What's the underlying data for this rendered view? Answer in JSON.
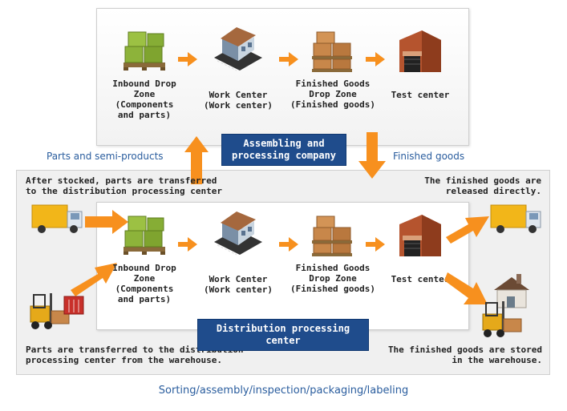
{
  "top_flow": {
    "nodes": [
      {
        "label": "Inbound Drop\nZone\n(Components\nand parts)",
        "icon": "pallet-boxes-icon"
      },
      {
        "label": "Work Center\n(Work center)",
        "icon": "factory-building-icon"
      },
      {
        "label": "Finished Goods\nDrop Zone\n(Finished goods)",
        "icon": "cardboard-boxes-icon"
      },
      {
        "label": "Test center",
        "icon": "warehouse-building-icon"
      }
    ],
    "badge": "Assembling and\nprocessing company"
  },
  "bottom_flow": {
    "nodes": [
      {
        "label": "Inbound Drop\nZone\n(Components\nand parts)",
        "icon": "pallet-boxes-icon"
      },
      {
        "label": "Work Center\n(Work center)",
        "icon": "factory-building-icon"
      },
      {
        "label": "Finished Goods\nDrop Zone\n(Finished goods)",
        "icon": "cardboard-boxes-icon"
      },
      {
        "label": "Test center",
        "icon": "warehouse-building-icon"
      }
    ],
    "badge": "Distribution processing center"
  },
  "labels": {
    "parts_and_semi": "Parts and semi-products",
    "finished_goods": "Finished goods"
  },
  "notes": {
    "after_stocked": "After stocked, parts are transferred\nto the distribution processing center",
    "released_directly": "The finished goods are\nreleased directly.",
    "from_warehouse": "Parts are transferred to the distribution\nprocessing center from the warehouse.",
    "stored_in_warehouse": "The finished goods are stored\nin the warehouse."
  },
  "caption": "Sorting/assembly/inspection/packaging/labeling",
  "colors": {
    "arrow_orange": "#f7901e",
    "badge_blue": "#1f4c8c",
    "label_blue": "#2a5d9e",
    "box_green": "#8db33a",
    "box_brown": "#c8874a",
    "truck_yellow": "#f2b619"
  }
}
